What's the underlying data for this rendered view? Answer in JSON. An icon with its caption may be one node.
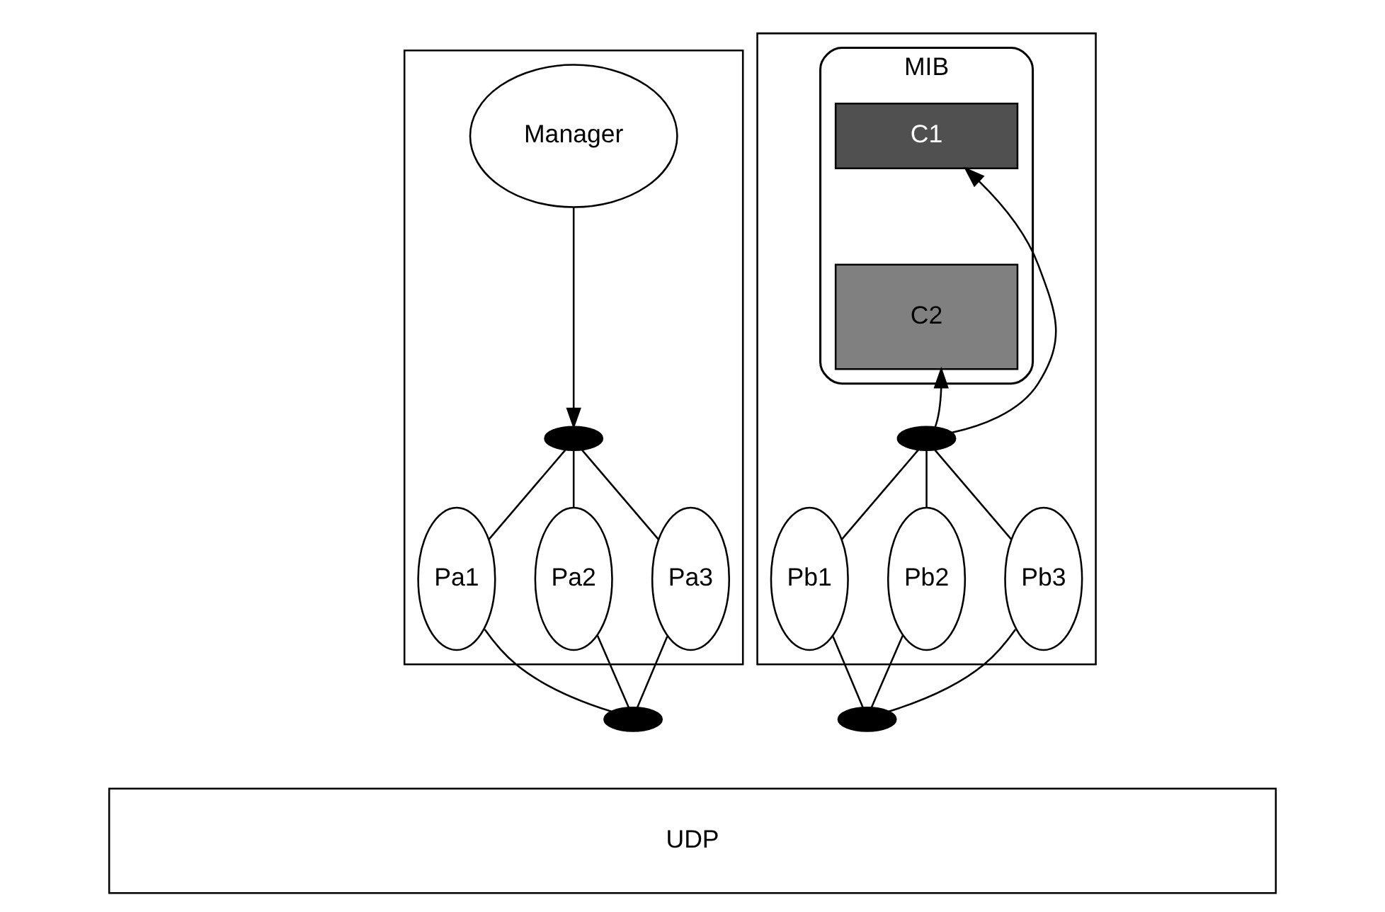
{
  "diagram": {
    "nodes": [
      {
        "text": [],
        "shape": "box"
      },
      {
        "text": [
          "Manager"
        ],
        "in": 0
      },
      {
        "text": [],
        "shape": "ellipse",
        "in": 0
      },
      {
        "text": [
          "Pa1"
        ],
        "in": 0
      },
      {
        "text": [
          "Pa2"
        ],
        "in": 0
      },
      {
        "text": [
          "Pa3"
        ],
        "in": 0
      },
      {
        "text": [],
        "shape": "ellipse"
      },
      {
        "text": [],
        "shape": "box"
      },
      {
        "text": [
          "MIB"
        ],
        "in": 7
      },
      {
        "text": [
          "C1"
        ],
        "in": 8
      },
      {
        "text": [
          "C2"
        ],
        "in": 8
      },
      {
        "text": [],
        "shape": "ellipse",
        "in": 7
      },
      {
        "text": [
          "Pb1"
        ],
        "in": 7
      },
      {
        "text": [
          "Pb2"
        ],
        "in": 7
      },
      {
        "text": [
          "Pb3"
        ],
        "in": 7
      },
      {
        "text": [],
        "shape": "ellipse"
      },
      {
        "text": [
          "UDP"
        ]
      }
    ],
    "edges": [
      {
        "from": 1,
        "to": 2,
        "arrow": "to"
      },
      {
        "from": 2,
        "to": 3,
        "arrow": "none"
      },
      {
        "from": 2,
        "to": 4,
        "arrow": "none"
      },
      {
        "from": 2,
        "to": 5,
        "arrow": "none"
      },
      {
        "from": 3,
        "to": 6,
        "arrow": "none"
      },
      {
        "from": 4,
        "to": 6,
        "arrow": "none"
      },
      {
        "from": 5,
        "to": 6,
        "arrow": "none"
      },
      {
        "from": 11,
        "to": 9,
        "arrow": "to"
      },
      {
        "from": 11,
        "to": 10,
        "arrow": "to"
      },
      {
        "from": 11,
        "to": 12,
        "arrow": "none"
      },
      {
        "from": 11,
        "to": 13,
        "arrow": "none"
      },
      {
        "from": 11,
        "to": 14,
        "arrow": "none"
      },
      {
        "from": 12,
        "to": 15,
        "arrow": "none"
      },
      {
        "from": 13,
        "to": 15,
        "arrow": "none"
      },
      {
        "from": 14,
        "to": 15,
        "arrow": "none"
      }
    ]
  }
}
